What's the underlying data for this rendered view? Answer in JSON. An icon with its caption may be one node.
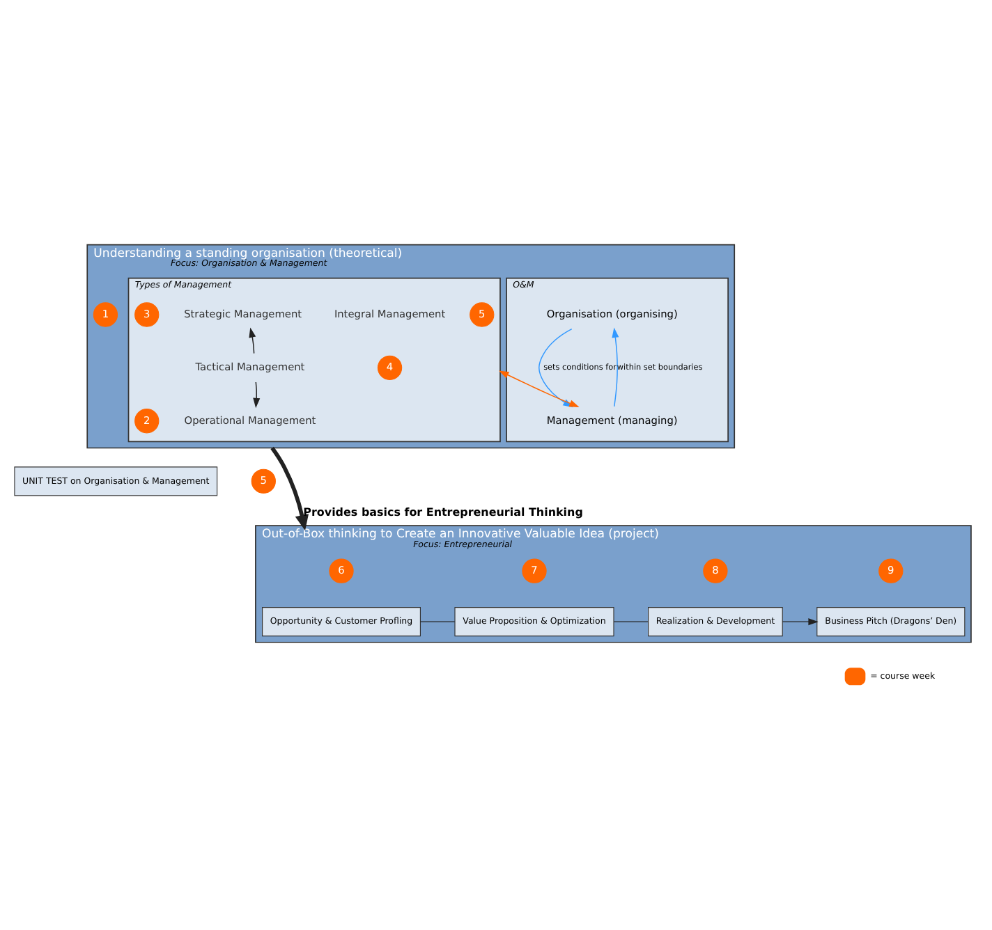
{
  "diagram": {
    "nodes": [
      {
        "text": [
          "Understanding a standing organisation (theoretical)",
          "Focus: Organisation & Management"
        ]
      },
      {
        "text": [
          "O&M"
        ],
        "in": 0
      },
      {
        "text": [
          "Organisation (organising)"
        ],
        "in": 1
      },
      {
        "text": [
          "Management (managing)"
        ],
        "in": 1
      },
      {
        "text": [
          "1"
        ],
        "in": 0
      },
      {
        "text": [
          "Types of Management"
        ],
        "in": 0
      },
      {
        "text": [
          "5"
        ],
        "in": 5
      },
      {
        "text": [
          "Integral Management"
        ],
        "in": 5
      },
      {
        "text": [
          "4"
        ],
        "in": 5
      },
      {
        "text": [
          "Strategic Management"
        ],
        "in": 5
      },
      {
        "text": [
          "3"
        ],
        "in": 5
      },
      {
        "text": [
          "Tactical Management"
        ],
        "in": 5
      },
      {
        "text": [
          "Operational Management"
        ],
        "in": 5
      },
      {
        "text": [
          "2"
        ],
        "in": 5
      },
      {
        "text": [
          "UNIT TEST on Organisation & Management"
        ]
      },
      {
        "text": [
          "5"
        ]
      },
      {
        "text": [
          "Out-of-Box thinking to Create an Innovative Valuable Idea (project)",
          "Focus: Entrepreneurial"
        ]
      },
      {
        "text": [
          "6"
        ],
        "in": 16
      },
      {
        "text": [
          "Opportunity & Customer Profling"
        ],
        "in": 16
      },
      {
        "text": [
          "7"
        ],
        "in": 16
      },
      {
        "text": [
          "Value Proposition & Optimization"
        ],
        "in": 16
      },
      {
        "text": [
          "8"
        ],
        "in": 16
      },
      {
        "text": [
          "Realization & Development"
        ],
        "in": 16
      },
      {
        "text": [
          "9"
        ],
        "in": 16
      },
      {
        "text": [
          "Business Pitch (Dragons’ Den)"
        ],
        "in": 16
      }
    ],
    "edges": [
      {
        "from": 2,
        "to": 3,
        "arrow": "to",
        "label": "sets conditions for",
        "color": "#3399ff"
      },
      {
        "from": 3,
        "to": 2,
        "arrow": "to",
        "label": "within set boundaries",
        "color": "#3399ff"
      },
      {
        "from": 11,
        "to": 9,
        "arrow": "to"
      },
      {
        "from": 11,
        "to": 12,
        "arrow": "to"
      },
      {
        "from": 3,
        "to": 5,
        "arrow": "both",
        "color": "#ff6600"
      },
      {
        "from": 0,
        "to": 16,
        "arrow": "to",
        "label": "Provides basics for Entrepreneurial Thinking",
        "style": "thick"
      },
      {
        "from": 18,
        "to": 20,
        "arrow": "none"
      },
      {
        "from": 20,
        "to": 22,
        "arrow": "none"
      },
      {
        "from": 22,
        "to": 24,
        "arrow": "to"
      }
    ],
    "legend": [
      {
        "text": "= course week",
        "color": "#ff6600"
      }
    ]
  }
}
